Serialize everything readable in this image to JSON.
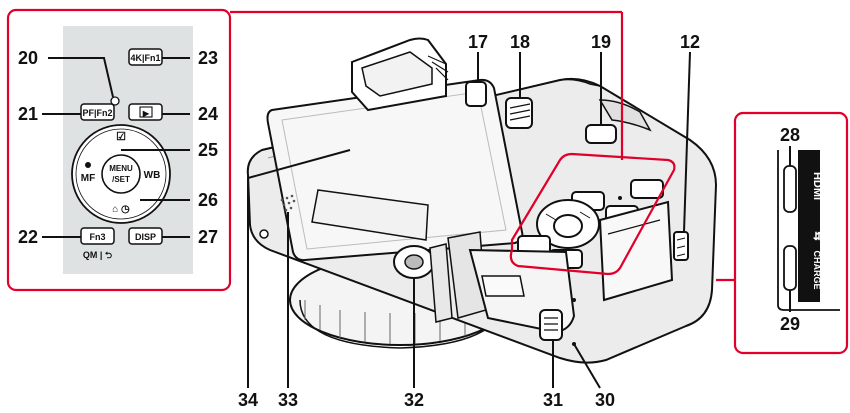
{
  "callouts": [
    "12",
    "17",
    "18",
    "19",
    "20",
    "21",
    "22",
    "23",
    "24",
    "25",
    "26",
    "27",
    "28",
    "29",
    "30",
    "31",
    "32",
    "33",
    "34"
  ],
  "buttons": {
    "fn1": "4K|Fn1",
    "fn2": "PF|Fn2",
    "fn3": "Fn3",
    "play": "▶",
    "exposure": "☑",
    "mf": "MF",
    "wb": "WB",
    "menu_top": "MENU",
    "menu_bottom": "/SET",
    "drive": "⌂ ◷",
    "disp": "DISP",
    "qm": "QM | ⮌"
  },
  "ports": {
    "hdmi": "HDMI",
    "usb": "⇆",
    "charge": "CHARGE"
  },
  "colors": {
    "highlight": "#e0002a",
    "panel": "#dfe2e3",
    "body": "#ececec"
  }
}
